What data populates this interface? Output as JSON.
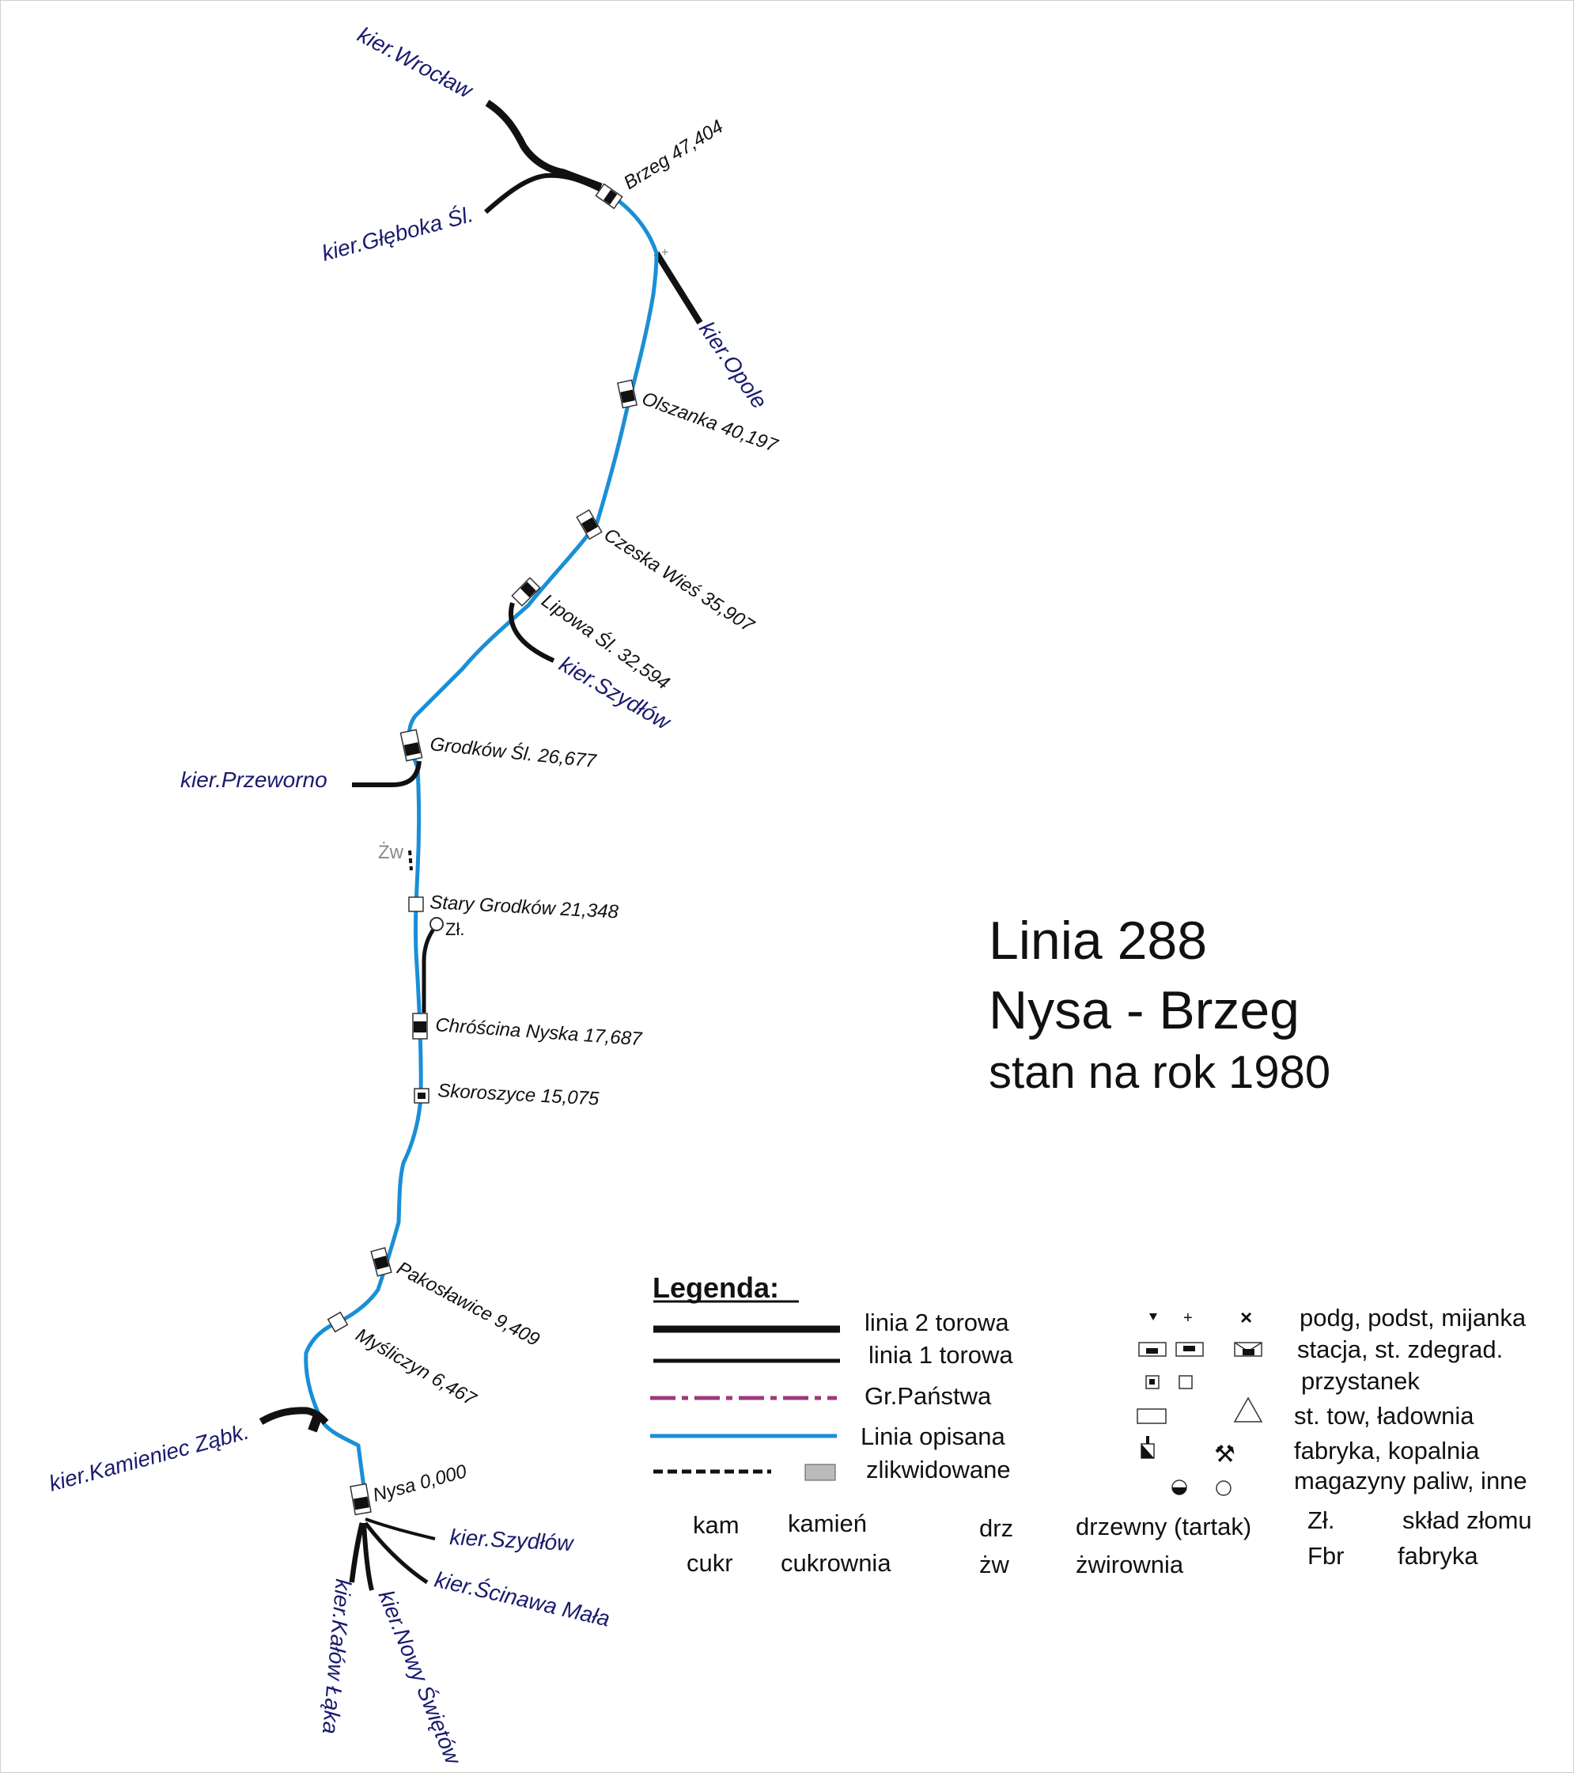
{
  "title": {
    "line1": "Linia 288",
    "line2": "Nysa - Brzeg",
    "line3": "stan na rok 1980"
  },
  "stations": {
    "brzeg": "Brzeg 47,404",
    "olszanka": "Olszanka 40,197",
    "czeska_wies": "Czeska Wieś 35,907",
    "lipowa": "Lipowa Śl. 32,594",
    "grodkow": "Grodków Śl. 26,677",
    "stary_grodkow": "Stary Grodków 21,348",
    "chroscina": "Chróścina Nyska 17,687",
    "skoroszyce": "Skoroszyce 15,075",
    "pakoslawice": "Pakosławice 9,409",
    "mysliczyn": "Myśliczyn 6,467",
    "nysa": "Nysa 0,000"
  },
  "sidings": {
    "zw": "Żw",
    "zl": "Zł."
  },
  "directions": {
    "wroclaw": "kier.Wrocław",
    "gleboka": "kier.Głęboka Śl.",
    "opole": "kier.Opole",
    "szydlow_north": "kier.Szydłów",
    "przeworno": "kier.Przeworno",
    "kamieniec": "kier.Kamieniec Ząbk.",
    "szydlow_south": "kier.Szydłów",
    "scinawa": "kier.Ścinawa Mała",
    "nowy_swietow": "kier.Nowy Świętów",
    "kalow_laka": "kier.Kałów Łąka"
  },
  "legend": {
    "heading": "Legenda:",
    "double_track": "linia 2 torowa",
    "single_track": "linia 1 torowa",
    "border": "Gr.Państwa",
    "described_line": "Linia opisana",
    "abandoned": "zlikwidowane",
    "junction_types": "podg,  podst, mijanka",
    "station_types": "stacja, st. zdegrad.",
    "halt": "przystanek",
    "freight": "st. tow,  ładownia",
    "factory_mine": "fabryka, kopalnia",
    "depots": "magazyny paliw, inne",
    "abbreviations": [
      {
        "abbr": "kam",
        "meaning": "kamień"
      },
      {
        "abbr": "cukr",
        "meaning": "cukrownia"
      },
      {
        "abbr": "drz",
        "meaning": "drzewny (tartak)"
      },
      {
        "abbr": "żw",
        "meaning": "żwirownia"
      },
      {
        "abbr": "Zł.",
        "meaning": "skład złomu"
      },
      {
        "abbr": "Fbr",
        "meaning": "fabryka"
      }
    ]
  },
  "colors": {
    "described_line": "#1a8fd6",
    "track": "#111111",
    "border": "#9c3b7a",
    "direction_text": "#1a1a6e",
    "siding_text": "#888888"
  }
}
